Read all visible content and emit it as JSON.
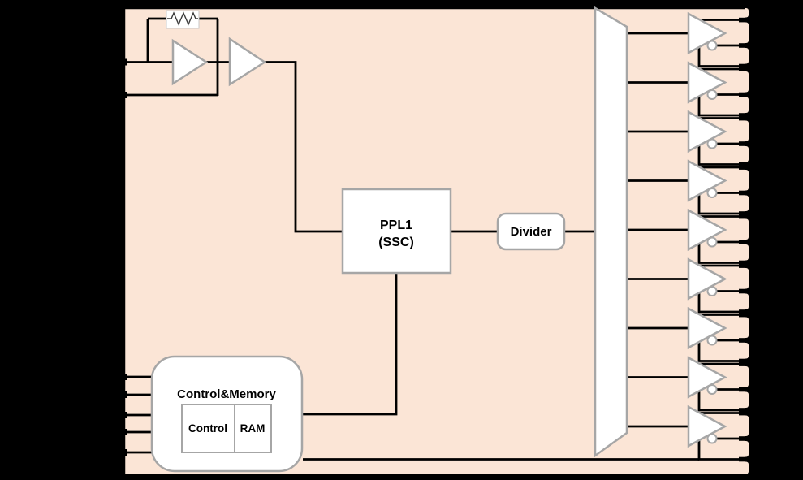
{
  "blocks": {
    "pll1": {
      "label_line1": "PPL1",
      "label_line2": "(SSC)"
    },
    "divider": {
      "label": "Divider"
    },
    "control_memory": {
      "title": "Control&Memory",
      "sub_blocks": [
        {
          "label": "Control"
        },
        {
          "label": "RAM"
        }
      ]
    }
  },
  "structure": {
    "output_buffer_count": 9,
    "output_pin_lines_per_buffer": 3,
    "left_pin_count": 7
  },
  "colors": {
    "canvas_bg": "#000000",
    "chip_fill": "#FBE5D6",
    "block_fill": "#FFFFFF",
    "block_stroke": "#A6A6A6",
    "wire": "#000000"
  }
}
